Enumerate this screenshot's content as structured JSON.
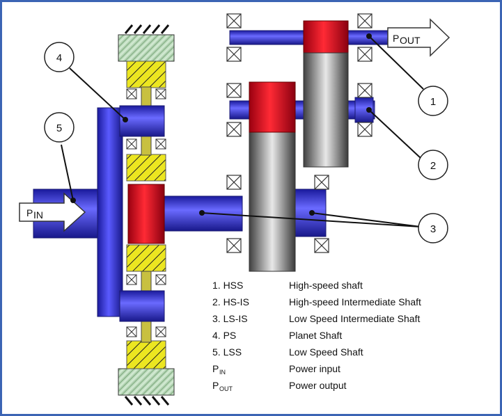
{
  "diagram": {
    "callouts": [
      "1",
      "2",
      "3",
      "4",
      "5"
    ],
    "arrows": {
      "input": {
        "main": "P",
        "sub": "IN"
      },
      "output": {
        "main": "P",
        "sub": "OUT"
      }
    },
    "legend": [
      {
        "abbr": "1. HSS",
        "desc": "High-speed shaft"
      },
      {
        "abbr": "2. HS-IS",
        "desc": "High-speed Intermediate Shaft"
      },
      {
        "abbr": "3. LS-IS",
        "desc": "Low Speed Intermediate Shaft"
      },
      {
        "abbr": "4. PS",
        "desc": "Planet Shaft"
      },
      {
        "abbr": "5. LSS",
        "desc": "Low Speed Shaft"
      },
      {
        "abbr_main": "P",
        "abbr_sub": "IN",
        "desc": "Power input"
      },
      {
        "abbr_main": "P",
        "abbr_sub": "OUT",
        "desc": "Power output"
      }
    ],
    "colors": {
      "shaft": "#3a3ad8",
      "gear_red": "#e01020",
      "gear_gray": "#7a7a7a",
      "ring_yellow": "#ece620",
      "housing_green": "#b8d8b8",
      "frame": "#3b64b4"
    }
  }
}
